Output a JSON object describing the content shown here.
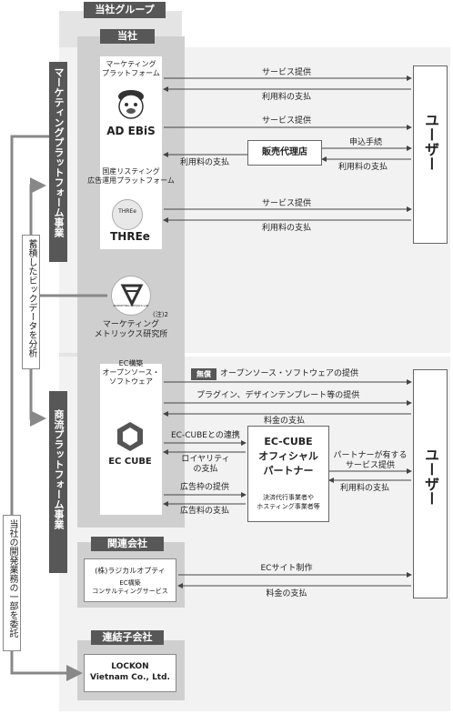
{
  "group": {
    "title": "当社グループ"
  },
  "company": {
    "title": "当社"
  },
  "marketing_business": {
    "label": "マーケティングプラットフォーム事業"
  },
  "commerce_business": {
    "label": "商流プラットフォーム事業"
  },
  "platform_label": "マーケティング\nプラットフォーム",
  "adebis": {
    "logo": "AD EBiS"
  },
  "listing_label": "国産リスティング\n広告運用プラットフォーム",
  "three": {
    "logo_small": "THREe",
    "logo": "THREe"
  },
  "mmm": {
    "logo_small": "MARKETING METRICS LAB",
    "note": "(注)2",
    "label": "マーケティング\nメトリックス研究所"
  },
  "ec_label": "EC構築\nオープンソース・\nソフトウェア",
  "eccube": {
    "logo": "EC CUBE"
  },
  "users": {
    "top": "ユーザー",
    "bottom": "ユーザー"
  },
  "agency": "販売代理店",
  "partner": {
    "title": "EC-CUBE\nオフィシャル\nパートナー",
    "sub": "決済代行事業者や\nホスティング事業者等"
  },
  "related": {
    "title": "関連会社",
    "name": "(株)ラジカルオプティ",
    "desc": "EC構築\nコンサルティングサービス"
  },
  "subsidiary": {
    "title": "連結子会社",
    "name": "LOCKON\nVietnam Co., Ltd."
  },
  "side_labels": {
    "accumulated": "蓄積したビックデータを分析",
    "outsource": "当社の開発業務の一部を委託"
  },
  "flows": {
    "service1": "サービス提供",
    "fee1": "利用料の支払",
    "service2": "サービス提供",
    "apply": "申込手続",
    "fee2_agency": "利用料の支払",
    "fee2_user": "利用料の支払",
    "service3": "サービス提供",
    "fee3": "利用料の支払",
    "free_badge": "無償",
    "oss": "オープンソース・ソフトウェアの提供",
    "plugin": "プラグイン、デザインテンプレート等の提供",
    "fee4": "料金の支払",
    "ec_link": "EC-CUBEとの連携",
    "royalty": "ロイヤリティ\nの支払",
    "ad_space": "広告枠の提供",
    "ad_fee": "広告料の支払",
    "partner_service": "パートナーが有する\nサービス提供",
    "partner_fee": "利用料の支払",
    "ec_site": "ECサイト制作",
    "fee5": "料金の支払"
  }
}
